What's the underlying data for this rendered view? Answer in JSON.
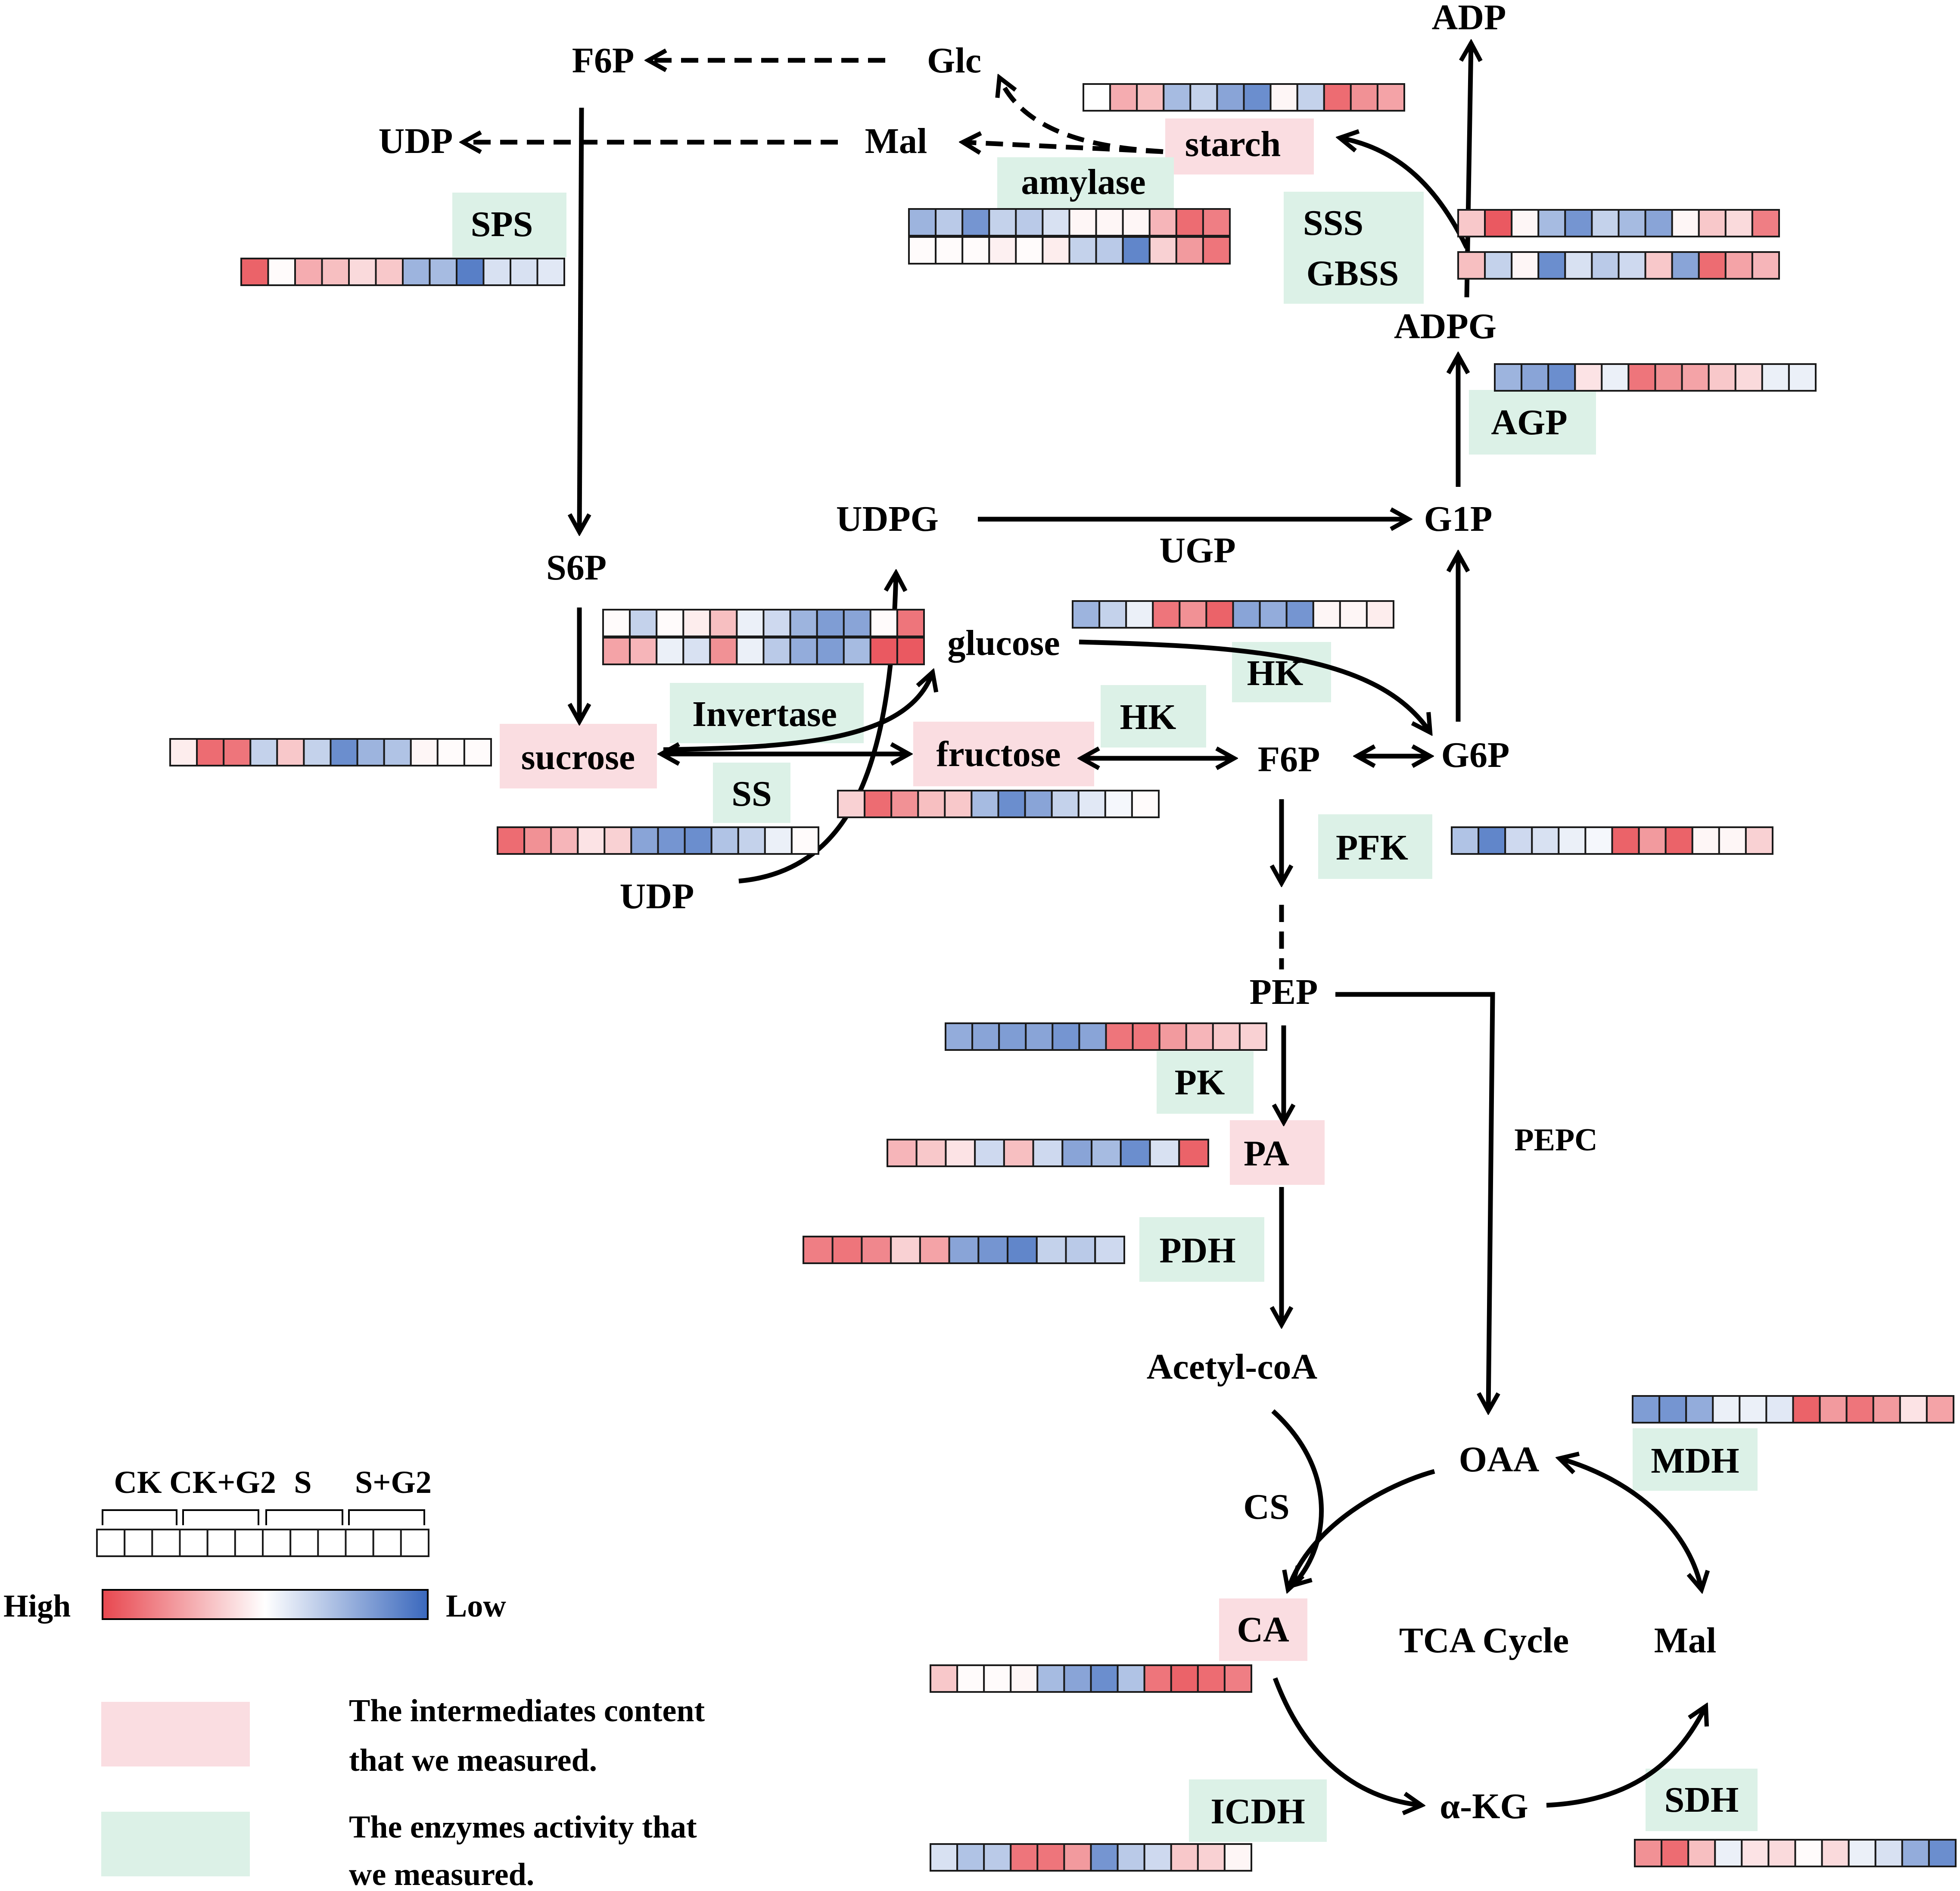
{
  "metabolites": {
    "f6p_top": "F6P",
    "glc": "Glc",
    "udp_top": "UDP",
    "mal_top": "Mal",
    "adp": "ADP",
    "starch": "starch",
    "adpg": "ADPG",
    "g1p": "G1P",
    "udpg": "UDPG",
    "s6p": "S6P",
    "glucose": "glucose",
    "sucrose": "sucrose",
    "fructose": "fructose",
    "f6p": "F6P",
    "g6p": "G6P",
    "udp_bottom": "UDP",
    "pep": "PEP",
    "pa": "PA",
    "acetyl_coa": "Acetyl-coA",
    "oaa": "OAA",
    "ca": "CA",
    "tca": "TCA Cycle",
    "mal_bottom": "Mal",
    "akg": "α-KG"
  },
  "enzymes": {
    "sps": "SPS",
    "amylase": "amylase",
    "sss": "SSS",
    "gbss": "GBSS",
    "agp": "AGP",
    "ugp": "UGP",
    "hk_upper": "HK",
    "hk_lower": "HK",
    "invertase": "Invertase",
    "ss": "SS",
    "pfk": "PFK",
    "pk": "PK",
    "pepc": "PEPC",
    "pdh": "PDH",
    "cs": "CS",
    "mdh": "MDH",
    "icdh": "ICDH",
    "sdh": "SDH"
  },
  "legend": {
    "groups": [
      "CK",
      "CK+G2",
      "S",
      "S+G2"
    ],
    "high": "High",
    "low": "Low",
    "intermediates_line1": "The intermediates content",
    "intermediates_line2": "that we measured.",
    "enzymes_line1": "The enzymes activity that",
    "enzymes_line2": "we measured."
  },
  "colors": {
    "high": "#e8474f",
    "mid": "#ffffff",
    "low": "#3a68bd",
    "intermediate_box": "#fadde1",
    "enzyme_box": "#dcf1e7"
  },
  "heatmaps": {
    "starch": [
      0,
      0.45,
      0.35,
      -0.45,
      -0.3,
      -0.6,
      -0.75,
      0.05,
      -0.3,
      0.8,
      0.6,
      0.5
    ],
    "amylase_1": [
      -0.5,
      -0.35,
      -0.7,
      -0.3,
      -0.35,
      -0.2,
      0.05,
      0.05,
      0.05,
      0.4,
      0.8,
      0.7
    ],
    "amylase_2": [
      0.02,
      0.02,
      0.02,
      0.08,
      0.02,
      0.1,
      -0.3,
      -0.35,
      -0.8,
      0.25,
      0.55,
      0.75
    ],
    "sps": [
      0.85,
      0.02,
      0.45,
      0.35,
      0.2,
      0.3,
      -0.5,
      -0.45,
      -0.85,
      -0.2,
      -0.2,
      -0.15
    ],
    "sss": [
      0.3,
      0.9,
      0.05,
      -0.45,
      -0.7,
      -0.3,
      -0.45,
      -0.6,
      0.05,
      0.3,
      0.2,
      0.7
    ],
    "gbss": [
      0.35,
      -0.3,
      0.05,
      -0.75,
      -0.2,
      -0.35,
      -0.25,
      0.3,
      -0.6,
      0.8,
      0.5,
      0.4
    ],
    "agp": [
      -0.5,
      -0.6,
      -0.75,
      0.15,
      -0.1,
      0.75,
      0.6,
      0.5,
      0.3,
      0.2,
      -0.1,
      -0.1
    ],
    "glucose_1": [
      0.02,
      -0.3,
      0.02,
      0.1,
      0.35,
      -0.1,
      -0.25,
      -0.5,
      -0.65,
      -0.6,
      0.02,
      0.75
    ],
    "glucose_2": [
      0.5,
      0.4,
      -0.1,
      -0.2,
      0.6,
      -0.1,
      -0.35,
      -0.55,
      -0.65,
      -0.45,
      0.9,
      0.9
    ],
    "hk_upper": [
      -0.5,
      -0.3,
      -0.1,
      0.75,
      0.6,
      0.85,
      -0.6,
      -0.55,
      -0.7,
      0.05,
      0.05,
      0.1
    ],
    "sucrose": [
      0.1,
      0.8,
      0.75,
      -0.3,
      0.3,
      -0.3,
      -0.75,
      -0.5,
      -0.4,
      0.05,
      0.02,
      0.02
    ],
    "fructose": [
      0.25,
      0.8,
      0.6,
      0.35,
      0.3,
      -0.45,
      -0.75,
      -0.6,
      -0.3,
      -0.15,
      -0.05,
      0.02
    ],
    "ss": [
      0.8,
      0.6,
      0.4,
      0.15,
      0.25,
      -0.6,
      -0.7,
      -0.75,
      -0.4,
      -0.3,
      -0.1,
      0.02
    ],
    "pfk": [
      -0.4,
      -0.8,
      -0.25,
      -0.2,
      -0.1,
      -0.05,
      0.85,
      0.55,
      0.85,
      0.05,
      0.05,
      0.25
    ],
    "pk": [
      -0.55,
      -0.6,
      -0.65,
      -0.6,
      -0.7,
      -0.6,
      0.75,
      0.75,
      0.55,
      0.4,
      0.3,
      0.25
    ],
    "pa": [
      0.4,
      0.3,
      0.15,
      -0.25,
      0.35,
      -0.25,
      -0.6,
      -0.45,
      -0.75,
      -0.2,
      0.85
    ],
    "pdh": [
      0.7,
      0.75,
      0.65,
      0.25,
      0.5,
      -0.6,
      -0.7,
      -0.8,
      -0.3,
      -0.35,
      -0.25
    ],
    "mdh": [
      -0.65,
      -0.7,
      -0.55,
      -0.1,
      -0.1,
      -0.15,
      0.85,
      0.55,
      0.75,
      0.55,
      0.15,
      0.5
    ],
    "ca": [
      0.3,
      0.02,
      0.02,
      0.05,
      -0.45,
      -0.6,
      -0.75,
      -0.4,
      0.75,
      0.85,
      0.8,
      0.7
    ],
    "icdh": [
      -0.2,
      -0.4,
      -0.35,
      0.75,
      0.75,
      0.55,
      -0.7,
      -0.35,
      -0.25,
      0.3,
      0.25,
      0.05
    ],
    "sdh": [
      0.6,
      0.8,
      0.35,
      -0.1,
      0.15,
      0.2,
      0.02,
      0.2,
      -0.1,
      -0.2,
      -0.55,
      -0.75
    ]
  }
}
